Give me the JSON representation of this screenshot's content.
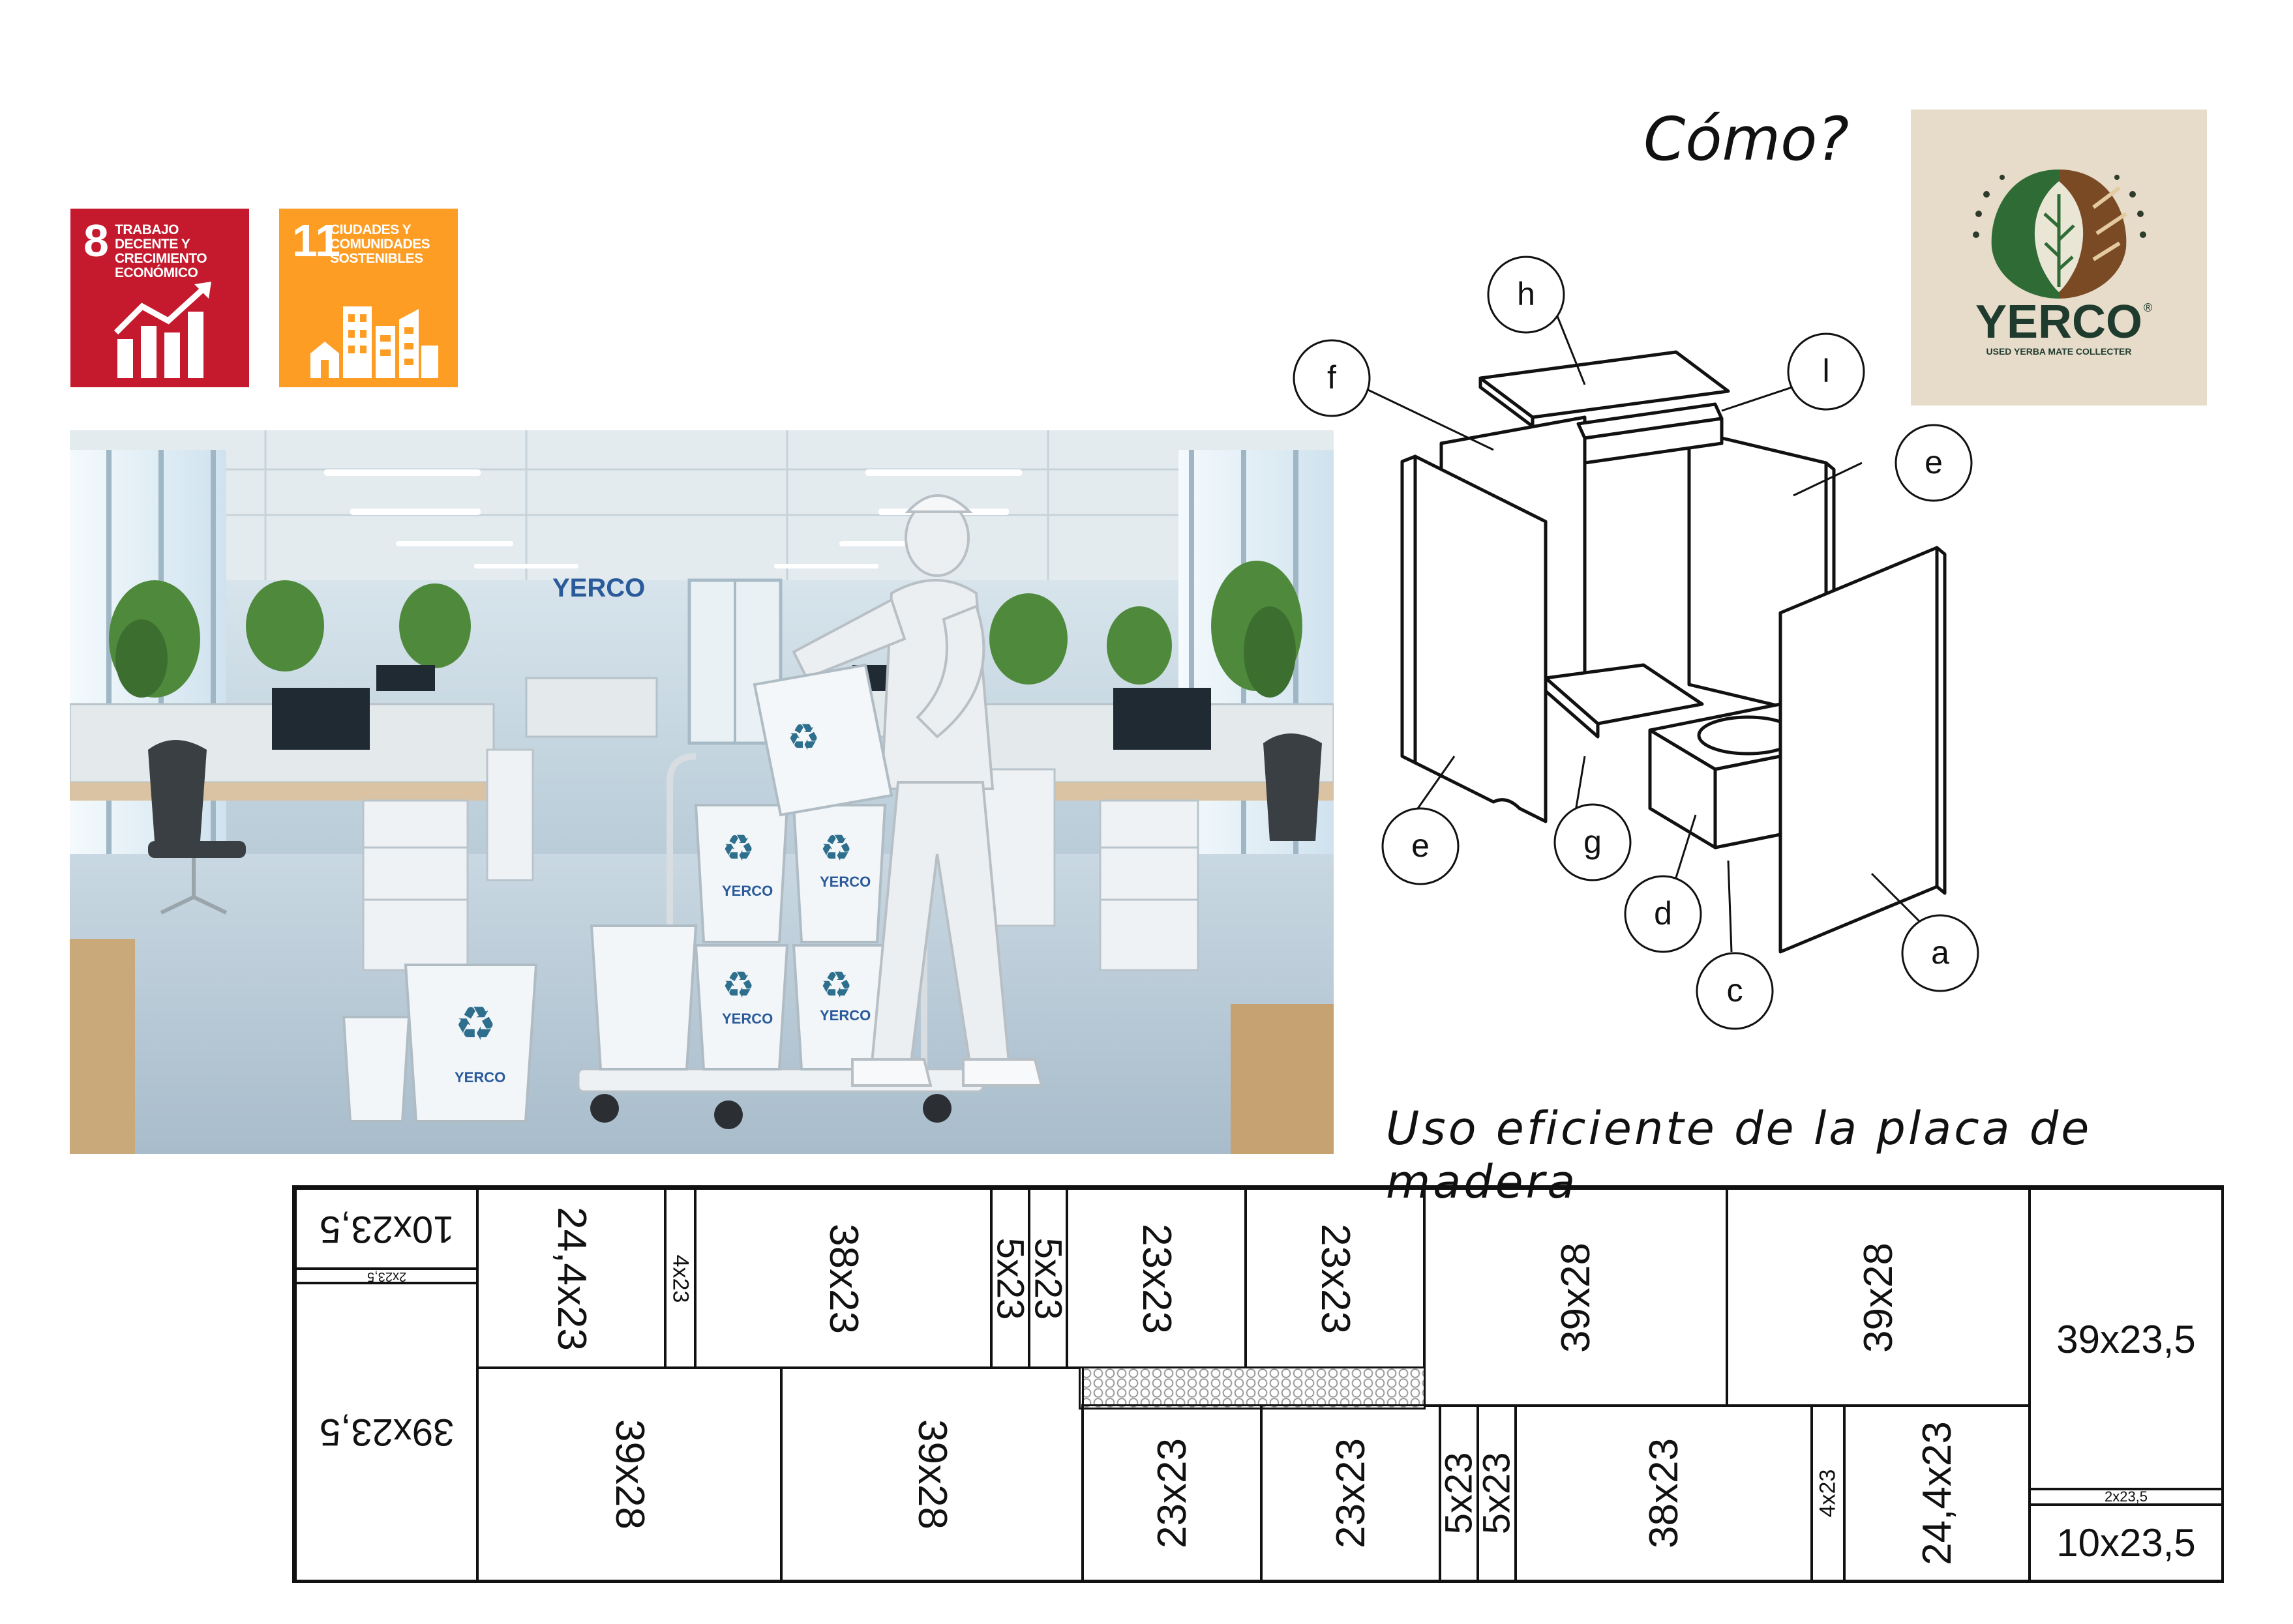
{
  "heading": "Cómo?",
  "subheading": "Uso eficiente de la placa de madera",
  "sdg": [
    {
      "number": "8",
      "text": "TRABAJO DECENTE Y CRECIMIENTO ECONÓMICO",
      "color": "#c5192d"
    },
    {
      "number": "11",
      "text": "CIUDADES Y COMUNIDADES SOSTENIBLES",
      "color": "#fd9d24"
    }
  ],
  "photo": {
    "wall_sign": "YERCO",
    "bin_label": "YERCO",
    "bin_label_alt": "YERCO"
  },
  "logo": {
    "brand": "YERCO",
    "registered": "®",
    "tagline": "USED YERBA MATE COLLECTER"
  },
  "diagram": {
    "labels": [
      "h",
      "f",
      "l",
      "e",
      "e",
      "g",
      "d",
      "c",
      "a"
    ]
  },
  "cut_plan": {
    "cells": [
      "10x23,5",
      "2x23,5",
      "39x23,5",
      "24,4x23",
      "4x23",
      "38x23",
      "5x23",
      "5x23",
      "23x23",
      "23x23",
      "39x28",
      "39x28",
      "39x23,5",
      "39x28",
      "39x28",
      "23x23",
      "23x23",
      "5x23",
      "5x23",
      "38x23",
      "4x23",
      "24,4x23",
      "2x23,5",
      "10x23,5"
    ]
  },
  "colors": {
    "sdg8": "#c5192d",
    "sdg11": "#fd9d24",
    "logo_bg": "#e6dcc9",
    "brand_dark": "#1f3b2e"
  }
}
